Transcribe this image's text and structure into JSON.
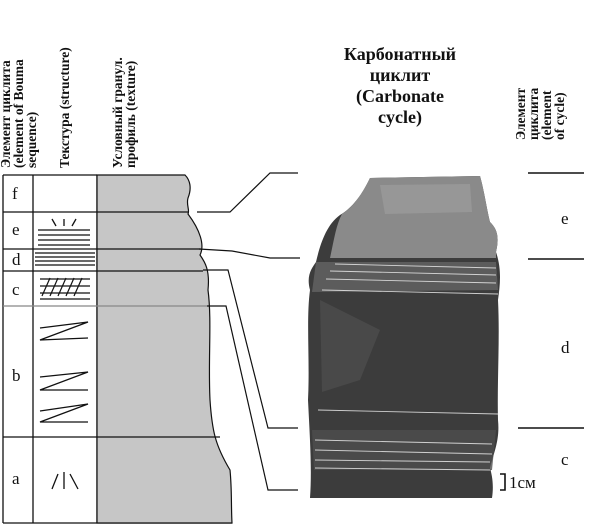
{
  "headers": {
    "bouma_element": "Элемент циклита\n(element of Bouma\nsequence)",
    "structure": "Текстура (structure)",
    "texture": "Условный гранул.\nпрофиль (texture)",
    "cycle_element": "Элемент\nциклита\n(element\nof cycle)"
  },
  "photo_title": "Карбонатный\nциклит\n(Carbonate\ncycle)",
  "bouma_divisions": [
    "f",
    "e",
    "d",
    "c",
    "b",
    "a"
  ],
  "cycle_elements": [
    "e",
    "d",
    "c"
  ],
  "scale_bar_label": "1см",
  "colors": {
    "profile_fill": "#c6c6c6",
    "photo_dark": "#3c3c3c",
    "photo_light": "#8a8a8a",
    "line": "#111111"
  }
}
